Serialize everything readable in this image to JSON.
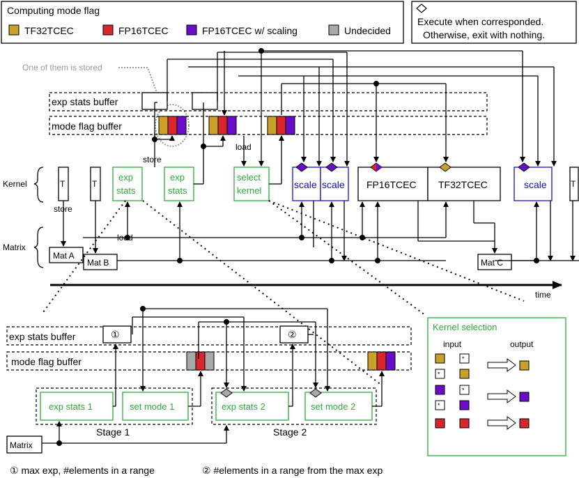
{
  "legend": {
    "title": "Computing mode flag",
    "items": [
      {
        "label": "TF32TCEC",
        "color": "#c8a02a"
      },
      {
        "label": "FP16TCEC",
        "color": "#d8262e"
      },
      {
        "label": "FP16TCEC w/ scaling",
        "color": "#6a0dc8"
      },
      {
        "label": "Undecided",
        "color": "#a8a8a8"
      }
    ],
    "diamond_note_1": "Execute when corresponded.",
    "diamond_note_2": "Otherwise, exit with nothing."
  },
  "top": {
    "stored_note": "One of them is stored",
    "exp_stats_buffer": "exp stats buffer",
    "mode_flag_buffer": "mode flag buffer",
    "row_kernel": "Kernel",
    "row_matrix": "Matrix",
    "kernel_T": "T",
    "exp_stats_1": "exp",
    "exp_stats_2": "stats",
    "select_1": "select",
    "select_2": "kernel",
    "scale": "scale",
    "fp16tcec": "FP16TCEC",
    "tf32tcec": "TF32TCEC",
    "mat_a": "Mat A",
    "mat_b": "Mat B",
    "mat_c": "Mat C",
    "store": "store",
    "load": "load",
    "time": "time"
  },
  "bottom": {
    "exp_stats_buffer": "exp stats buffer",
    "mode_flag_buffer": "mode flag buffer",
    "marker_1": "①",
    "marker_2": "②",
    "exp_stats_1": "exp stats 1",
    "set_mode_1": "set mode 1",
    "exp_stats_2": "exp stats 2",
    "set_mode_2": "set mode 2",
    "stage_1": "Stage 1",
    "stage_2": "Stage 2",
    "matrix": "Matrix",
    "footnote_1": "① max exp, #elements in a range",
    "footnote_2": "② #elements in a range from the max exp"
  },
  "kernel_selection": {
    "title": "Kernel selection",
    "input": "input",
    "output": "output"
  }
}
